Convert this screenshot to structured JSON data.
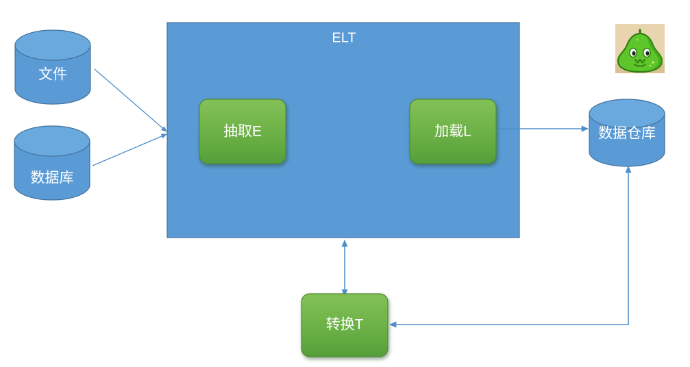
{
  "diagram": {
    "title_text": "ELT",
    "colors": {
      "blue_fill": "#5b9bd5",
      "blue_stroke": "#41719c",
      "cyl_top_fill": "#6aa9de",
      "green_fill_top": "#7dbd52",
      "green_fill_bottom": "#559f3a",
      "green_stroke": "#4f8a36",
      "arrow": "#4e8fca",
      "text_white": "#ffffff",
      "avatar_bg": "#e4cfa8",
      "avatar_body": "#5ec62b",
      "avatar_body_dark": "#3ea618",
      "avatar_outline": "#2f7c12"
    },
    "sources": [
      {
        "id": "file",
        "label": "文件"
      },
      {
        "id": "database",
        "label": "数据库"
      }
    ],
    "container": {
      "id": "elt-box",
      "label": "ELT"
    },
    "stages": [
      {
        "id": "extract",
        "label": "抽取E"
      },
      {
        "id": "load",
        "label": "加载L"
      },
      {
        "id": "transform",
        "label": "转换T"
      }
    ],
    "targets": [
      {
        "id": "warehouse",
        "label": "数据仓库"
      }
    ],
    "avatar": {
      "name": "pear-mascot-avatar"
    },
    "edges": [
      {
        "id": "file-to-elt",
        "from": "文件",
        "to": "ELT",
        "arrowheads": "end"
      },
      {
        "id": "database-to-elt",
        "from": "数据库",
        "to": "ELT",
        "arrowheads": "end"
      },
      {
        "id": "load-to-warehouse",
        "from": "加载L",
        "to": "数据仓库",
        "arrowheads": "end"
      },
      {
        "id": "elt-to-transform",
        "from": "ELT",
        "to": "转换T",
        "arrowheads": "both"
      },
      {
        "id": "warehouse-to-transform",
        "from": "数据仓库",
        "to": "转换T",
        "arrowheads": "both"
      }
    ]
  }
}
